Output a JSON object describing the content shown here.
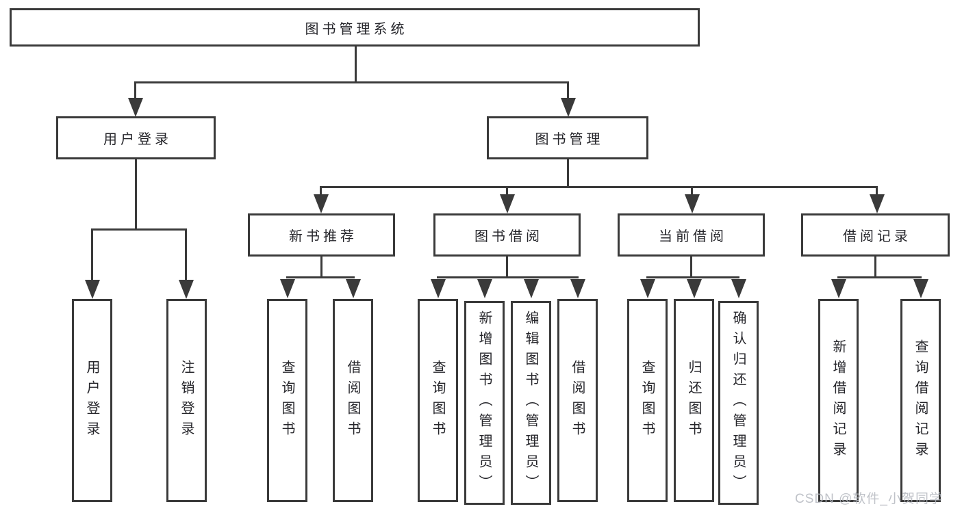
{
  "colors": {
    "line": "#3a3a3a",
    "text": "#26262b",
    "background": "#ffffff",
    "watermark": "#b4b8bf"
  },
  "tree": {
    "root": {
      "label": "图书管理系统"
    },
    "branches": [
      {
        "label": "用户登录",
        "children": [
          {
            "label": "用户登录"
          },
          {
            "label": "注销登录"
          }
        ]
      },
      {
        "label": "图书管理",
        "children": [
          {
            "label": "新书推荐",
            "children": [
              {
                "label": "查询图书"
              },
              {
                "label": "借阅图书"
              }
            ]
          },
          {
            "label": "图书借阅",
            "children": [
              {
                "label": "查询图书"
              },
              {
                "label": "新增图书（管理员）"
              },
              {
                "label": "编辑图书（管理员）"
              },
              {
                "label": "借阅图书"
              }
            ]
          },
          {
            "label": "当前借阅",
            "children": [
              {
                "label": "查询图书"
              },
              {
                "label": "归还图书"
              },
              {
                "label": "确认归还（管理员）"
              }
            ]
          },
          {
            "label": "借阅记录",
            "children": [
              {
                "label": "新增借阅记录"
              },
              {
                "label": "查询借阅记录"
              }
            ]
          }
        ]
      }
    ]
  },
  "watermark": {
    "text": "CSDN @软件_小贺同学"
  }
}
